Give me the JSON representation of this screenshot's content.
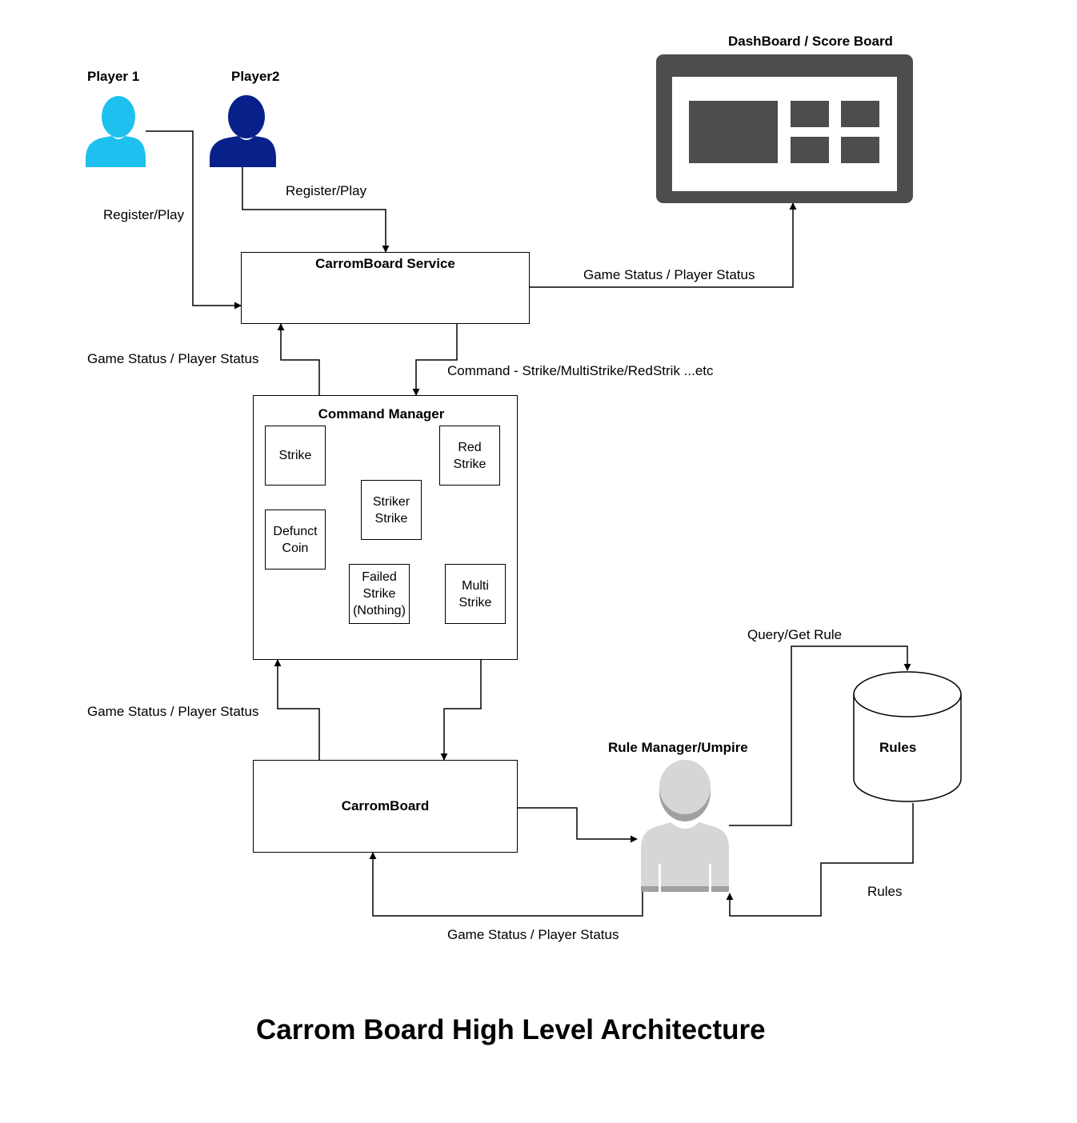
{
  "players": {
    "player1": "Player 1",
    "player2": "Player2"
  },
  "dashboard": {
    "title": "DashBoard / Score Board"
  },
  "service": {
    "title": "CarromBoard Service"
  },
  "command_manager": {
    "title": "Command Manager",
    "commands": [
      "Strike",
      "Red\nStrike",
      "Striker\nStrike",
      "Defunct\nCoin",
      "Failed\nStrike\n(Nothing)",
      "Multi\nStrike"
    ]
  },
  "carromboard": {
    "title": "CarromBoard"
  },
  "rule_manager": {
    "title": "Rule Manager/Umpire"
  },
  "rules_db": {
    "title": "Rules"
  },
  "edges": {
    "p1_register": "Register/Play",
    "p2_register": "Register/Play",
    "service_to_dashboard": "Game Status / Player Status",
    "cmd_to_service": "Game Status / Player Status",
    "service_to_cmd": "Command - Strike/MultiStrike/RedStrik ...etc",
    "board_to_cmd": "Game Status / Player Status",
    "rm_to_board": "Game Status / Player Status",
    "query_rule": "Query/Get Rule",
    "rules_return": "Rules"
  },
  "diagram_title": "Carrom Board High Level  Architecture",
  "colors": {
    "player1": "#1ec0ef",
    "player2": "#08218a",
    "dashboard": "#4d4d4d",
    "umpire": "#d6d6d6",
    "umpire_shadow": "#a0a0a0"
  }
}
